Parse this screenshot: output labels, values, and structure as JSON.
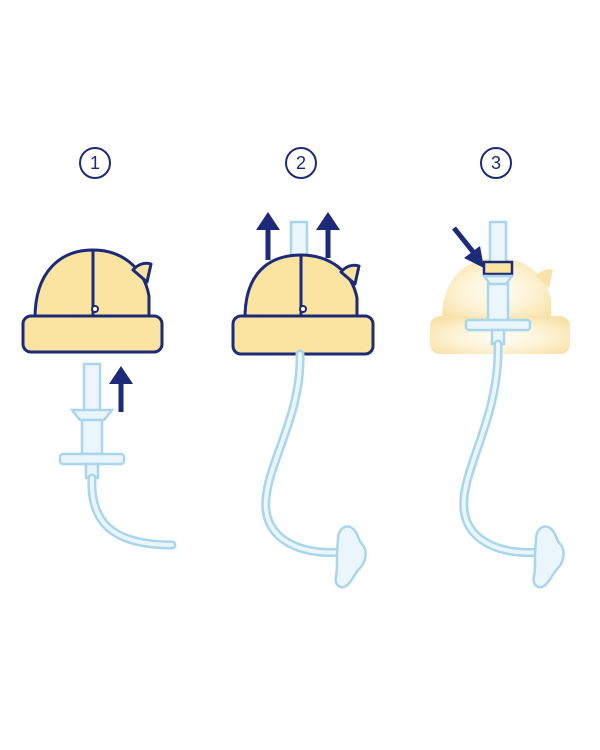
{
  "steps": [
    {
      "number": "1",
      "instruction_arrows": [
        "up-arrow-icon"
      ],
      "cap_state": "open",
      "part": "straw-with-valve"
    },
    {
      "number": "2",
      "instruction_arrows": [
        "up-arrow-icon",
        "up-arrow-icon"
      ],
      "cap_state": "straw-inserted",
      "part": "straw-with-tube"
    },
    {
      "number": "3",
      "instruction_arrows": [
        "diagonal-arrow-icon"
      ],
      "cap_state": "translucent-fitted",
      "part": "straw-with-tube"
    }
  ],
  "colors": {
    "outline": "#1d2a7a",
    "cap_fill": "#fbe3a0",
    "arrow": "#1d2a7a",
    "tube": "#a9d6ec",
    "tube_fill": "#eaf6fc",
    "glow": "#fdf1cf",
    "background": "#ffffff"
  }
}
